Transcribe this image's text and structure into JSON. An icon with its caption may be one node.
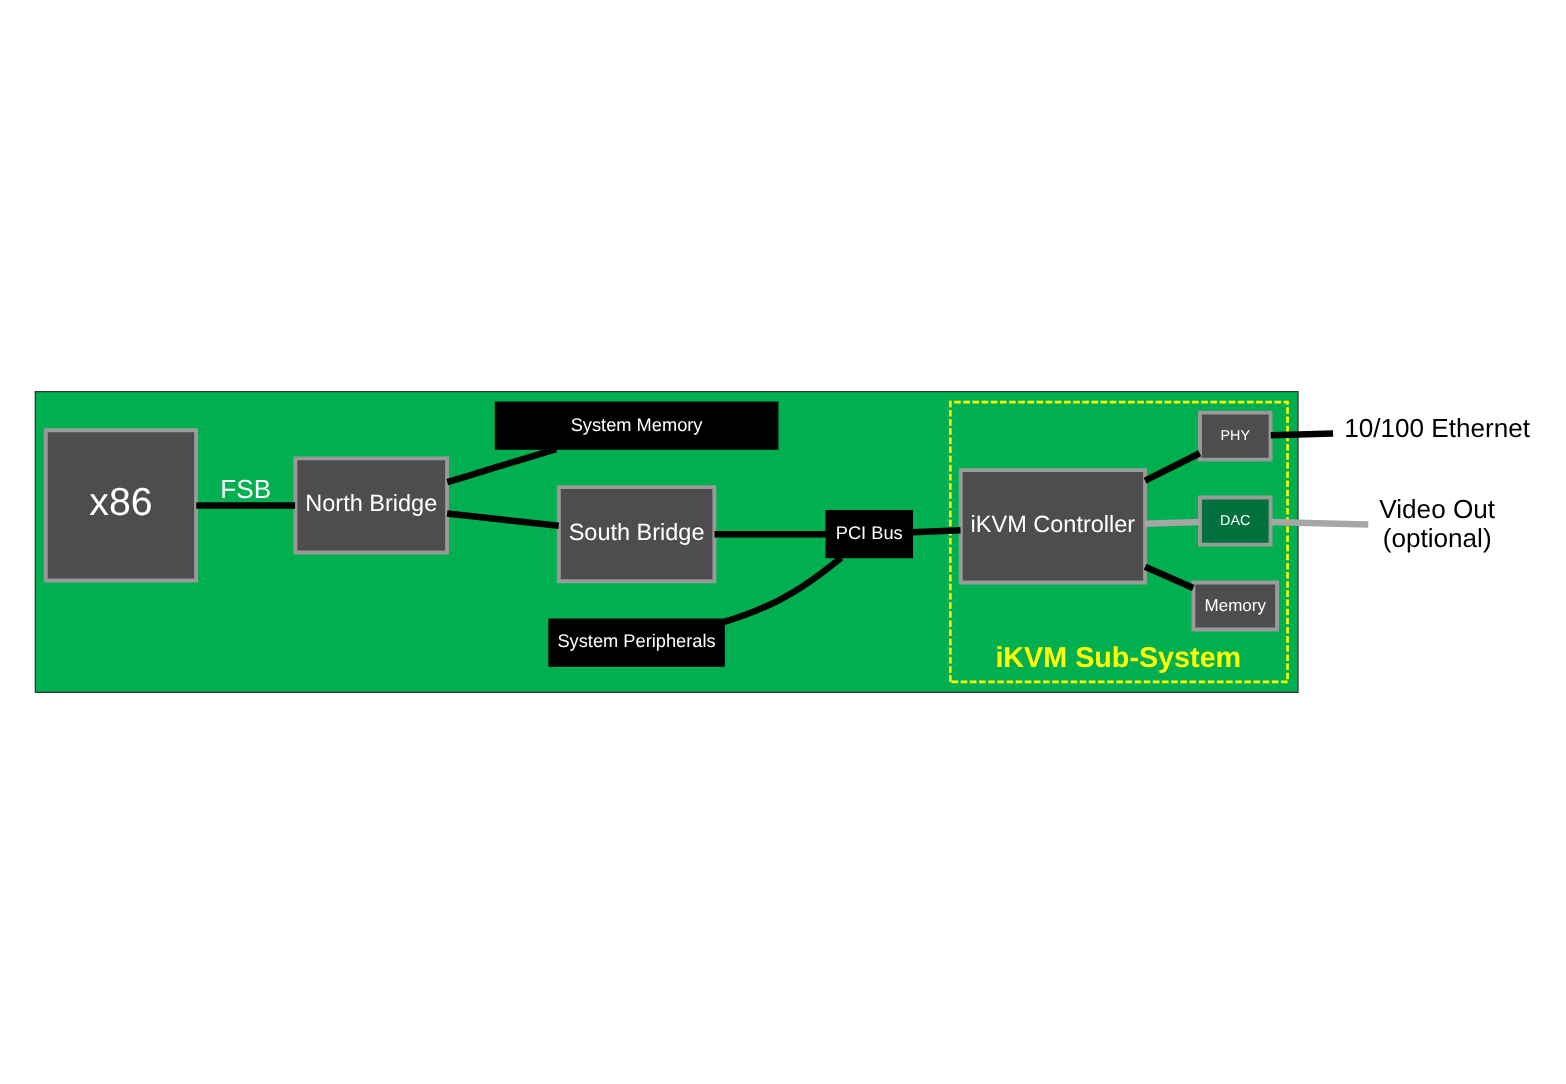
{
  "diagram": {
    "nodes": [
      {
        "text": [],
        "shape": "box"
      },
      {
        "text": [
          "x86"
        ],
        "in": 0
      },
      {
        "text": [
          "North Bridge"
        ],
        "in": 0
      },
      {
        "text": [
          "South Bridge"
        ],
        "in": 0
      },
      {
        "text": [
          "System Memory"
        ],
        "in": 0
      },
      {
        "text": [
          "System Peripherals"
        ],
        "in": 0
      },
      {
        "text": [
          "PCI Bus"
        ],
        "in": 0
      },
      {
        "text": [
          "iKVM Sub-System"
        ],
        "in": 0
      },
      {
        "text": [
          "iKVM Controller"
        ],
        "in": 7
      },
      {
        "text": [
          "Memory"
        ],
        "in": 7
      },
      {
        "text": [
          "PHY"
        ],
        "in": 7
      },
      {
        "text": [
          "DAC"
        ],
        "in": 7
      },
      {
        "text": [
          "10/100 Ethernet"
        ]
      },
      {
        "text": [
          "Video Out",
          "(optional)"
        ]
      }
    ],
    "edges": [
      {
        "from": 1,
        "to": 2,
        "arrow": "none",
        "label": "FSB"
      },
      {
        "from": 2,
        "to": 4,
        "arrow": "none"
      },
      {
        "from": 2,
        "to": 3,
        "arrow": "none"
      },
      {
        "from": 3,
        "to": 6,
        "arrow": "none"
      },
      {
        "from": 5,
        "to": 6,
        "arrow": "none"
      },
      {
        "from": 6,
        "to": 8,
        "arrow": "none"
      },
      {
        "from": 8,
        "to": 9,
        "arrow": "none"
      },
      {
        "from": 8,
        "to": 10,
        "arrow": "none"
      },
      {
        "from": 8,
        "to": 11,
        "arrow": "none",
        "color": "#a6a6a6"
      },
      {
        "from": 10,
        "to": 12,
        "arrow": "none"
      },
      {
        "from": 11,
        "to": 13,
        "arrow": "none",
        "color": "#a6a6a6"
      }
    ]
  }
}
